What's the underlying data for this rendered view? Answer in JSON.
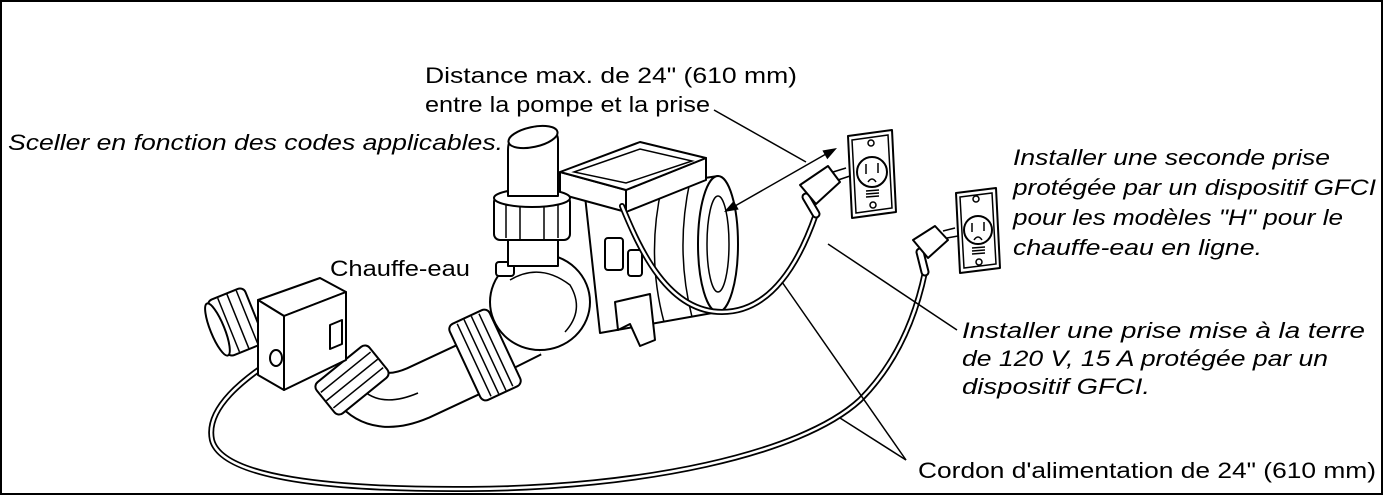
{
  "labels": {
    "distance": [
      "Distance max. de 24\" (610 mm)",
      "entre la pompe et la prise"
    ],
    "seal": "Sceller en fonction des codes applicables.",
    "second_outlet": [
      "Installer une seconde prise",
      "protégée par un dispositif GFCI",
      "pour les modèles \"H\" pour le",
      "chauffe-eau en ligne."
    ],
    "heater": "Chauffe-eau",
    "outlet": [
      "Installer une prise mise à la terre",
      "de 120 V, 15 A protégée par un",
      "dispositif GFCI."
    ],
    "cord": "Cordon d'alimentation de 24\" (610 mm)"
  },
  "colors": {
    "ink": "#000000",
    "background": "#ffffff"
  }
}
